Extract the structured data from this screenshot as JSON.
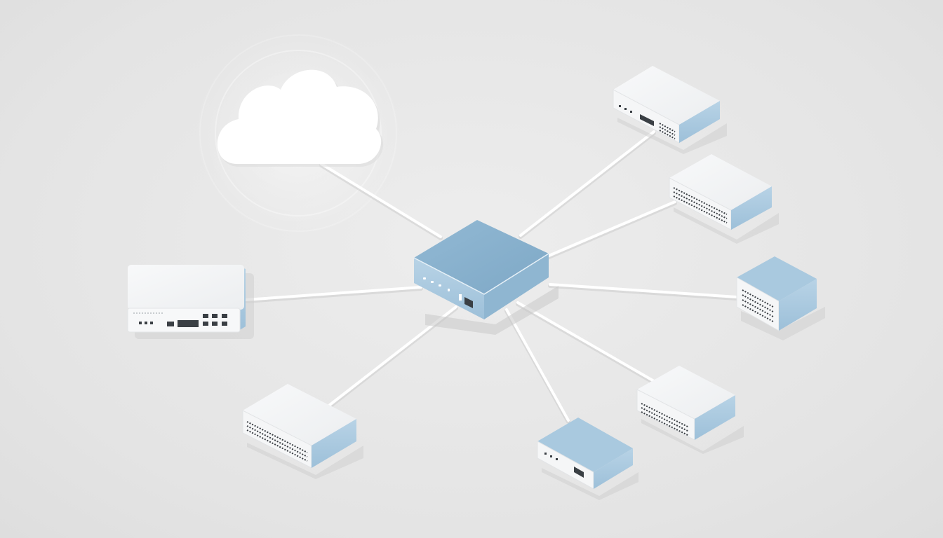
{
  "diagram": {
    "type": "network-topology",
    "labels_visible": false,
    "colors": {
      "background": "#e6e6e6",
      "cable": "#ffffff",
      "hub_accent": "#86afcc",
      "device_body": "#f4f5f6",
      "device_side": "#a9c9df",
      "port_dark": "#3a3f44",
      "cloud": "#ffffff"
    },
    "nodes": [
      {
        "id": "cloud",
        "kind": "cloud-icon"
      },
      {
        "id": "hub",
        "kind": "network-switch-icon",
        "role": "central"
      },
      {
        "id": "device-left",
        "kind": "router-icon"
      },
      {
        "id": "device-top-right",
        "kind": "server-icon"
      },
      {
        "id": "device-right-upper",
        "kind": "server-icon"
      },
      {
        "id": "device-right-middle",
        "kind": "server-icon"
      },
      {
        "id": "device-right-lower",
        "kind": "server-icon"
      },
      {
        "id": "device-bottom-center",
        "kind": "modem-icon"
      },
      {
        "id": "device-bottom-left",
        "kind": "server-icon"
      }
    ],
    "links": [
      {
        "from": "hub",
        "to": "cloud"
      },
      {
        "from": "hub",
        "to": "device-left"
      },
      {
        "from": "hub",
        "to": "device-top-right"
      },
      {
        "from": "hub",
        "to": "device-right-upper"
      },
      {
        "from": "hub",
        "to": "device-right-middle"
      },
      {
        "from": "hub",
        "to": "device-right-lower"
      },
      {
        "from": "hub",
        "to": "device-bottom-center"
      },
      {
        "from": "hub",
        "to": "device-bottom-left"
      }
    ]
  }
}
